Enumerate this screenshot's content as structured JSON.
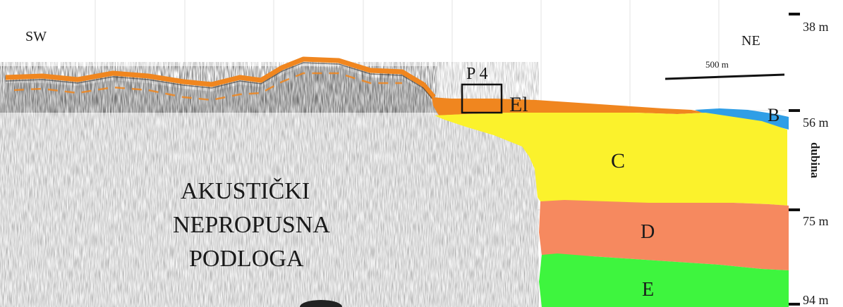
{
  "directions": {
    "left": "SW",
    "right": "NE"
  },
  "scale_bar": {
    "label": "500 m"
  },
  "box_label": "P 4",
  "layers": [
    {
      "id": "El",
      "label": "El",
      "color": "#f0861f"
    },
    {
      "id": "B",
      "label": "B",
      "color": "#2f9ee6"
    },
    {
      "id": "C",
      "label": "C",
      "color": "#fbf22c"
    },
    {
      "id": "D",
      "label": "D",
      "color": "#f6895f"
    },
    {
      "id": "E",
      "label": "E",
      "color": "#3ef53e"
    }
  ],
  "bedrock_label": [
    "AKUSTIČKI",
    "NEPROPUSNA",
    "PODLOGA"
  ],
  "depth_axis": {
    "title": "dubina",
    "ticks": [
      "38 m",
      "56 m",
      "75 m",
      "94 m"
    ]
  }
}
